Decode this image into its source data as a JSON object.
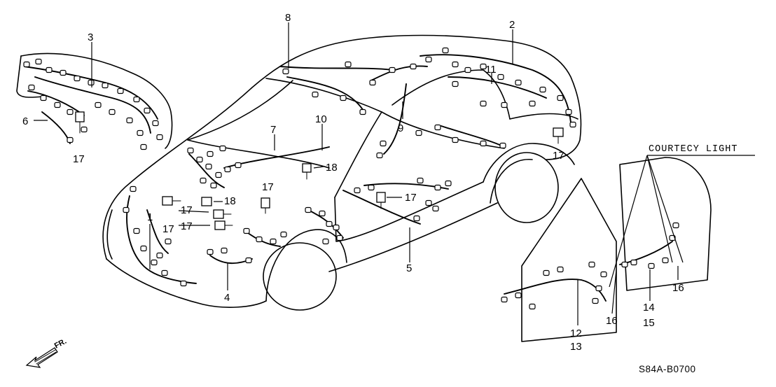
{
  "callouts": {
    "n1": "1",
    "n2": "2",
    "n3": "3",
    "n4": "4",
    "n5": "5",
    "n6": "6",
    "n7": "7",
    "n8": "8",
    "n9": "9",
    "n10": "10",
    "n11": "11",
    "n12": "12",
    "n13": "13",
    "n14": "14",
    "n15": "15",
    "n16a": "16",
    "n16b": "16",
    "n17a": "17",
    "n17b": "17",
    "n17c": "17",
    "n17d": "17",
    "n17e": "17",
    "n17f": "17",
    "n17g": "17",
    "n18a": "18",
    "n18b": "18"
  },
  "courtesy_label": "COURTECY LIGHT",
  "diagram_code": "S84A-B0700",
  "front_label": "FR."
}
